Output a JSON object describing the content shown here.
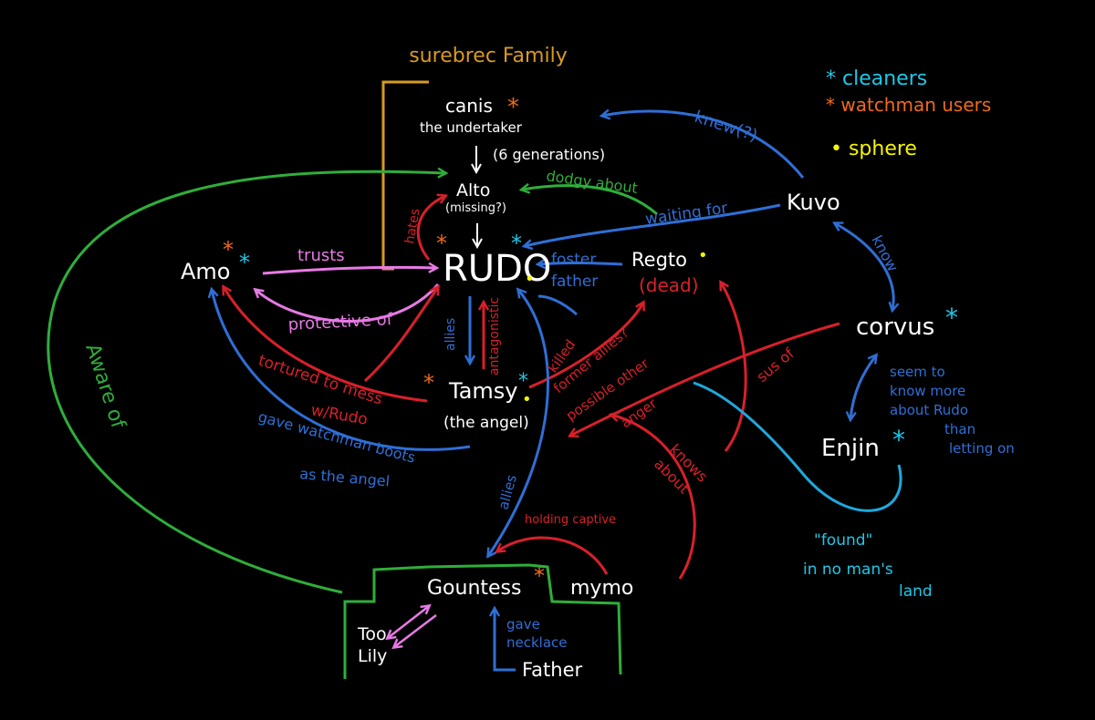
{
  "colors": {
    "background": "#000000",
    "node_text": "#ffffff",
    "cleaners": "#1ec8e8",
    "watchman_users": "#f06a1a",
    "sphere": "#f5f500",
    "blue_edges": "#2f6fd6",
    "red_edges": "#d8202a",
    "green_edges": "#2fae3a",
    "pink_edges": "#e87ae6",
    "gold_edges": "#d99a20",
    "cyan_edges": "#1ea9dc"
  },
  "legend": {
    "cleaners": "* cleaners",
    "watchman_users": "* watchman users",
    "sphere": "• sphere"
  },
  "family_label": "surebrec Family",
  "nodes": {
    "canis": "canis",
    "canis_sub": "the undertaker",
    "generations": "(6 generations)",
    "alto": "Alto",
    "alto_sub": "(missing?)",
    "rudo": "RUDO",
    "amo": "Amo",
    "regto": "Regto",
    "regto_sub": "(dead)",
    "kuvo": "Kuvo",
    "corvus": "corvus",
    "enjin": "Enjin",
    "tamsy": "Tamsy",
    "tamsy_sub": "(the angel)",
    "gountess": "Gountess",
    "mymo": "mymo",
    "too_lily_1": "Too",
    "too_lily_2": "Lily",
    "father": "Father"
  },
  "edge_labels": {
    "knew": "knew(?)",
    "dodgy_about": "dodgy about",
    "waiting_for": "waiting for",
    "know": "know",
    "hates": "hates",
    "trusts": "trusts",
    "protective_of": "protective of",
    "foster_father_1": "foster",
    "foster_father_2": "father",
    "allies_1": "allies",
    "antagonistic": "antagonistic",
    "killed_1": "killed",
    "killed_2": "former allies?",
    "killed_3": "possible other",
    "killed_4": "anger",
    "sus_of": "sus of",
    "seem_1": "seem to",
    "seem_2": "know more",
    "seem_3": "about Rudo",
    "seem_4": "than",
    "seem_5": "letting on",
    "tortured_1": "tortured to mess",
    "tortured_2": "w/Rudo",
    "gave_boots_1": "gave watchman boots",
    "gave_boots_2": "as the angel",
    "knows_about_1": "knows",
    "knows_about_2": "about",
    "allies_2": "allies",
    "holding_captive": "holding captive",
    "found_1": "\"found\"",
    "found_2": "in no man's",
    "found_3": "land",
    "aware_of": "Aware of",
    "gave_necklace_1": "gave",
    "gave_necklace_2": "necklace"
  },
  "markers": {
    "asterisk": "*",
    "dot": "•"
  }
}
